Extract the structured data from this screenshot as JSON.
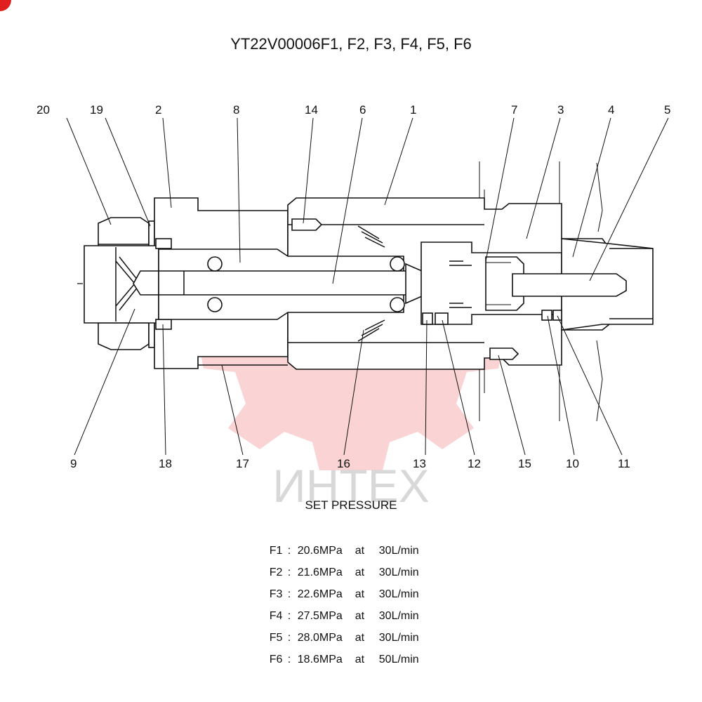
{
  "title": "YT22V00006F1, F2, F3, F4, F5, F6",
  "watermark": {
    "text": "ИНТЕХ",
    "color": "#e83a3a"
  },
  "callouts": [
    "20",
    "19",
    "2",
    "8",
    "14",
    "6",
    "1",
    "7",
    "3",
    "4",
    "5",
    "9",
    "18",
    "17",
    "16",
    "13",
    "12",
    "15",
    "10",
    "11"
  ],
  "set_pressure": {
    "title": "SET PRESSURE",
    "rows": [
      {
        "key": "F1",
        "sep": ":",
        "pressure": "20.6MPa",
        "at": "at",
        "flow": "30L/min"
      },
      {
        "key": "F2",
        "sep": ":",
        "pressure": "21.6MPa",
        "at": "at",
        "flow": "30L/min"
      },
      {
        "key": "F3",
        "sep": ":",
        "pressure": "22.6MPa",
        "at": "at",
        "flow": "30L/min"
      },
      {
        "key": "F4",
        "sep": ":",
        "pressure": "27.5MPa",
        "at": "at",
        "flow": "30L/min"
      },
      {
        "key": "F5",
        "sep": ":",
        "pressure": "28.0MPa",
        "at": "at",
        "flow": "30L/min"
      },
      {
        "key": "F6",
        "sep": ":",
        "pressure": "18.6MPa",
        "at": "at",
        "flow": "50L/min"
      }
    ]
  }
}
